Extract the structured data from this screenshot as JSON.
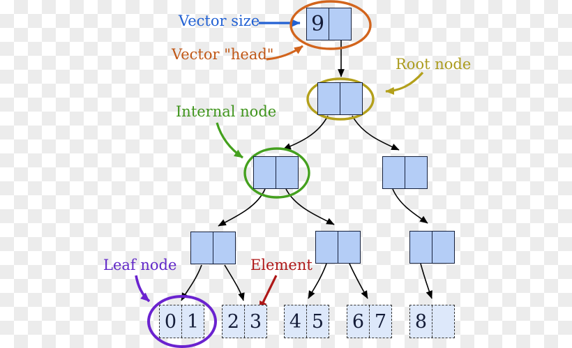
{
  "diagram": {
    "type": "tree",
    "subject": "Persistent vector trie structure",
    "head_node": {
      "size_value": "9",
      "pointer_slot": ""
    },
    "internal_levels": {
      "root_children": 2,
      "level2_nodes": 2,
      "level3_nodes": 3
    },
    "leaf_nodes": [
      {
        "cells": [
          "0",
          "1"
        ]
      },
      {
        "cells": [
          "2",
          "3"
        ]
      },
      {
        "cells": [
          "4",
          "5"
        ]
      },
      {
        "cells": [
          "6",
          "7"
        ]
      },
      {
        "cells": [
          "8",
          ""
        ]
      }
    ]
  },
  "annotations": {
    "vector_size": {
      "text": "Vector size",
      "color": "#2261d3"
    },
    "vector_head": {
      "text": "Vector \"head\"",
      "color": "#c05716"
    },
    "root_node": {
      "text": "Root node",
      "color": "#ab9b1e"
    },
    "internal_node": {
      "text": "Internal node",
      "color": "#3f941c"
    },
    "leaf_node": {
      "text": "Leaf node",
      "color": "#6128c8"
    },
    "element": {
      "text": "Element",
      "color": "#ae1717"
    }
  },
  "colors": {
    "node_fill": "#b4cdf6",
    "node_border": "#15203c",
    "leaf_fill": "#dde8fa",
    "leaf_border": "#333333",
    "digit": "#141c38",
    "ellipse_orange": "#d2641c",
    "ellipse_yellow": "#b3a01b",
    "ellipse_green": "#44a01e",
    "ellipse_purple": "#6a22cf",
    "arrow_black": "#000000",
    "arrow_blue": "#2261d3",
    "arrow_red": "#ae1717",
    "checker_gray": "#ececec",
    "checker_white": "#ffffff"
  }
}
